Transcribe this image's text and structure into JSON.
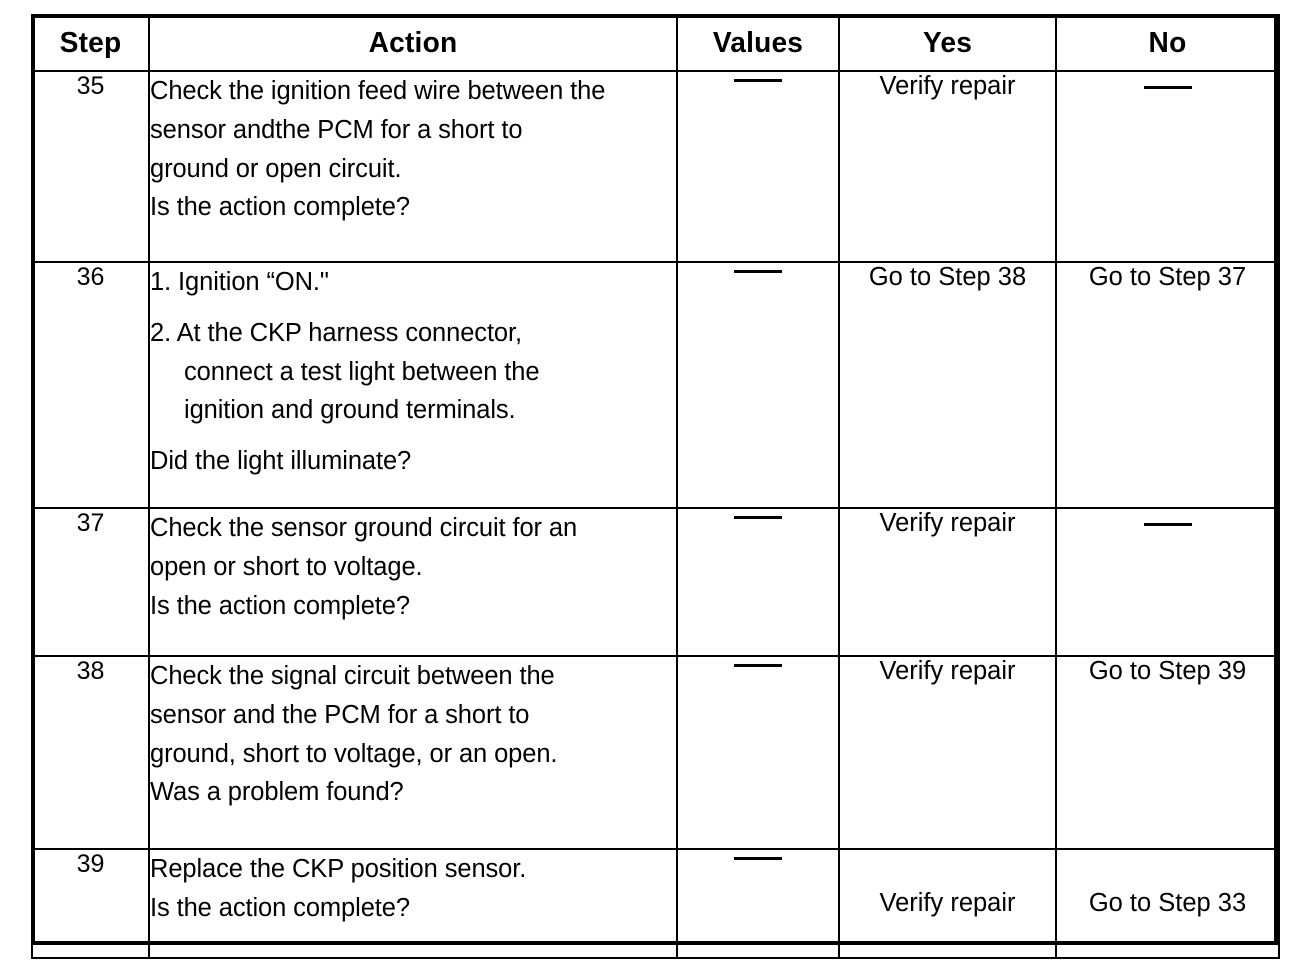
{
  "table": {
    "columns": [
      "Step",
      "Action",
      "Values",
      "Yes",
      "No"
    ],
    "headers": {
      "step": "Step",
      "action": "Action",
      "values": "Values",
      "yes": "Yes",
      "no": "No"
    },
    "dash_glyph": "—",
    "rows": [
      {
        "step": "35",
        "action_lines": [
          "Check the ignition feed wire between the",
          "sensor andthe PCM for a short to",
          "ground or open circuit.",
          "Is the action complete?"
        ],
        "action_text": "Check the ignition feed wire between the sensor andthe PCM for a short to ground or open circuit. Is the action complete?",
        "values": "—",
        "yes": "Verify repair",
        "no": "—"
      },
      {
        "step": "36",
        "action_lines": [
          "1. Ignition “ON.\"",
          "2. At the CKP harness connector,",
          "connect a test light between the",
          "ignition and ground terminals.",
          "Did the light illuminate?"
        ],
        "action_text": "1. Ignition “ON.\" 2. At the CKP harness connector, connect a test light between the ignition and ground terminals. Did the light illuminate?",
        "values": "—",
        "yes": "Go to Step 38",
        "no": "Go to Step 37"
      },
      {
        "step": "37",
        "action_lines": [
          "Check the sensor ground circuit for an",
          "open or short to voltage.",
          "Is the action complete?"
        ],
        "action_text": "Check the sensor ground circuit for an open or short to voltage. Is the action complete?",
        "values": "—",
        "yes": "Verify repair",
        "no": "—"
      },
      {
        "step": "38",
        "action_lines": [
          "Check the signal circuit between the",
          "sensor and the PCM for a short to",
          "ground, short to voltage, or an open.",
          "Was a problem found?"
        ],
        "action_text": "Check the signal circuit between the sensor and the PCM for a short to ground, short to voltage, or an open. Was a problem found?",
        "values": "—",
        "yes": "Verify repair",
        "no": "Go to Step 39"
      },
      {
        "step": "39",
        "action_lines": [
          "Replace the CKP position sensor.",
          "Is the action complete?"
        ],
        "action_text": "Replace the CKP position sensor. Is the action complete?",
        "values": "—",
        "yes": "Verify repair",
        "no": "Go to Step 33"
      }
    ]
  },
  "colors": {
    "ink": "#000000",
    "paper": "#ffffff"
  }
}
